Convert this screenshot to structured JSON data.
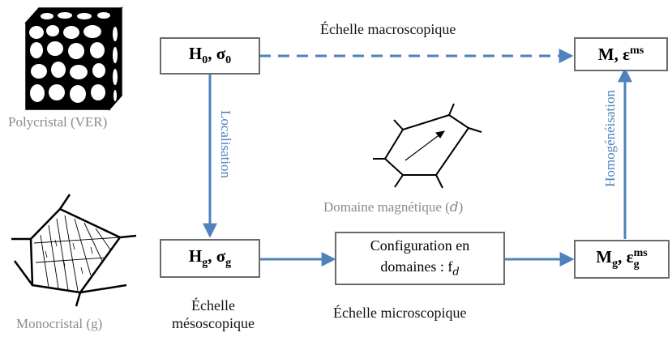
{
  "labels": {
    "macro_scale": "Échelle macroscopique",
    "meso_scale_line1": "Échelle",
    "meso_scale_line2": "mésoscopique",
    "micro_scale": "Échelle microscopique",
    "polycrystal": "Polycristal (VER)",
    "monocrystal": "Monocristal (g)",
    "magnetic_domain": "Domaine magnétique (𝑑)",
    "localisation": "Localisation",
    "homogenisation": "Homogénéisation"
  },
  "boxes": {
    "h0": {
      "main": "H",
      "sub1": "0",
      "sep": ", σ",
      "sub2": "0"
    },
    "hg": {
      "main": "H",
      "sub1": "g",
      "sep": ", σ",
      "sub2": "g"
    },
    "m_top": {
      "main": "M, ε",
      "sup": "ms"
    },
    "mg": {
      "main": "M",
      "sub1": "g",
      "sep": ", ε",
      "sub2": "g",
      "sup": "ms"
    },
    "config": {
      "line1": "Configuration en",
      "line2": "domaines : f",
      "sub": "𝑑"
    }
  },
  "colors": {
    "arrow": "#4f81bd",
    "box_border": "#6b6b6b",
    "caption_gray": "#8a8a8a"
  }
}
